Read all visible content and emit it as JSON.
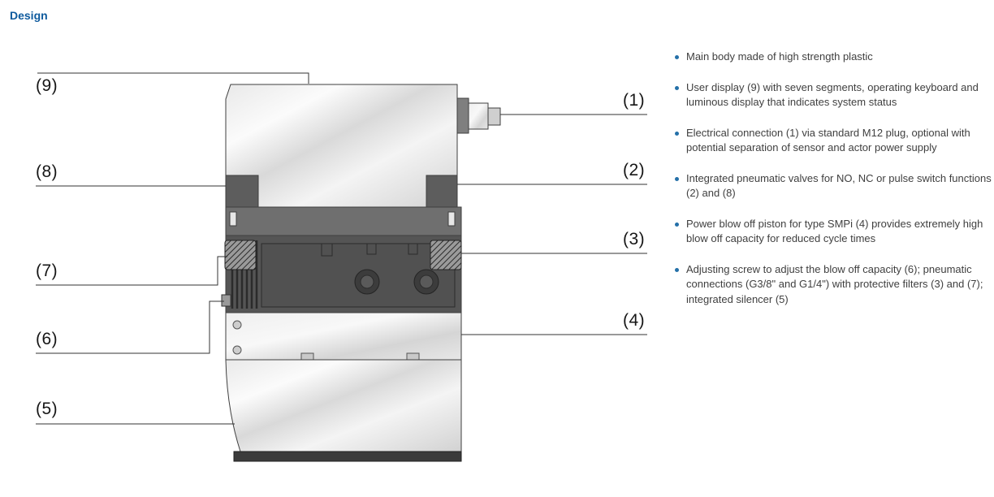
{
  "page": {
    "title": "Design"
  },
  "colors": {
    "accent_blue": "#0e5a9d",
    "bullet_blue": "#2470a8",
    "callout_line": "#333333"
  },
  "diagram": {
    "callouts_left": [
      {
        "label": "(9)"
      },
      {
        "label": "(8)"
      },
      {
        "label": "(7)"
      },
      {
        "label": "(6)"
      },
      {
        "label": "(5)"
      }
    ],
    "callouts_right": [
      {
        "label": "(1)"
      },
      {
        "label": "(2)"
      },
      {
        "label": "(3)"
      },
      {
        "label": "(4)"
      }
    ]
  },
  "features": [
    "Main body made of high strength plastic",
    "User display (9) with seven segments, operating keyboard and luminous display that indicates system status",
    "Electrical connection (1) via standard M12 plug, optional with potential separation of sensor and actor power supply",
    "Integrated pneumatic valves for NO, NC or pulse switch functions (2) and (8)",
    "Power blow off piston for type SMPi (4) provides extremely high blow off capacity for reduced cycle times",
    "Adjusting screw to adjust the blow off capacity (6); pneumatic connections (G3/8\" and G1/4\") with protective filters (3) and (7); integrated silencer (5)"
  ]
}
